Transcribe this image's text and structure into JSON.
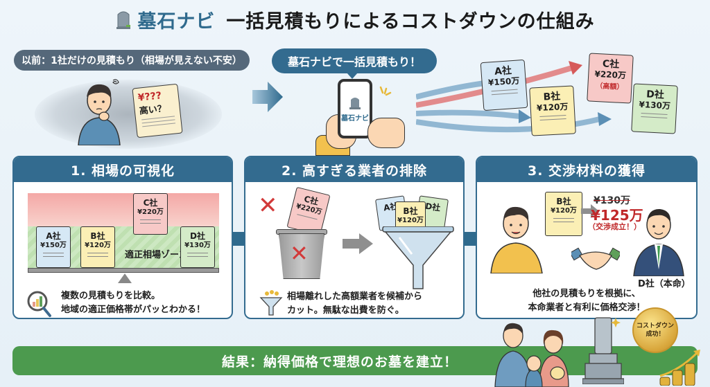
{
  "title": {
    "brand": "墓石ナビ",
    "main": "一括見積もりによるコストダウンの仕組み"
  },
  "before": {
    "label": "以前：1社だけの見積もり（相場が見えない不安）",
    "scroll_price": "¥???",
    "scroll_question": "高い？"
  },
  "bulk": {
    "bubble": "墓石ナビで一括見積もり！",
    "phone_app": "墓石ナビ"
  },
  "quotes": [
    {
      "company": "A社",
      "price": "¥150万",
      "note": "",
      "color": "#d6e8f5"
    },
    {
      "company": "B社",
      "price": "¥120万",
      "note": "",
      "color": "#fbefb5"
    },
    {
      "company": "C社",
      "price": "¥220万",
      "note": "（高額）",
      "color": "#f7c9c7"
    },
    {
      "company": "D社",
      "price": "¥130万",
      "note": "",
      "color": "#d4ebc8"
    }
  ],
  "panels": [
    {
      "heading": "1. 相場の可視化",
      "zone_label": "適正相場ゾーン",
      "desc_line1": "複数の見積もりを比較。",
      "desc_line2": "地域の適正価格帯がパッとわかる！"
    },
    {
      "heading": "2. 高すぎる業者の排除",
      "desc_line1": "相場離れした高額業者を候補から",
      "desc_line2": "カット。無駄な出費を防ぐ。"
    },
    {
      "heading": "3. 交渉材料の獲得",
      "old_price": "¥130万",
      "new_price": "¥125万",
      "deal_note": "（交渉成立！）",
      "vendor_label": "D社（本命）",
      "desc_line1": "他社の見積もりを根拠に、",
      "desc_line2": "本命業者と有利に価格交渉！"
    }
  ],
  "result": {
    "text": "結果：納得価格で理想のお墓を建立！",
    "badge_line1": "コストダウン",
    "badge_line2": "成功！"
  },
  "colors": {
    "primary": "#336b8f",
    "result_green": "#4c9a4e",
    "alert_red": "#c0282a"
  }
}
